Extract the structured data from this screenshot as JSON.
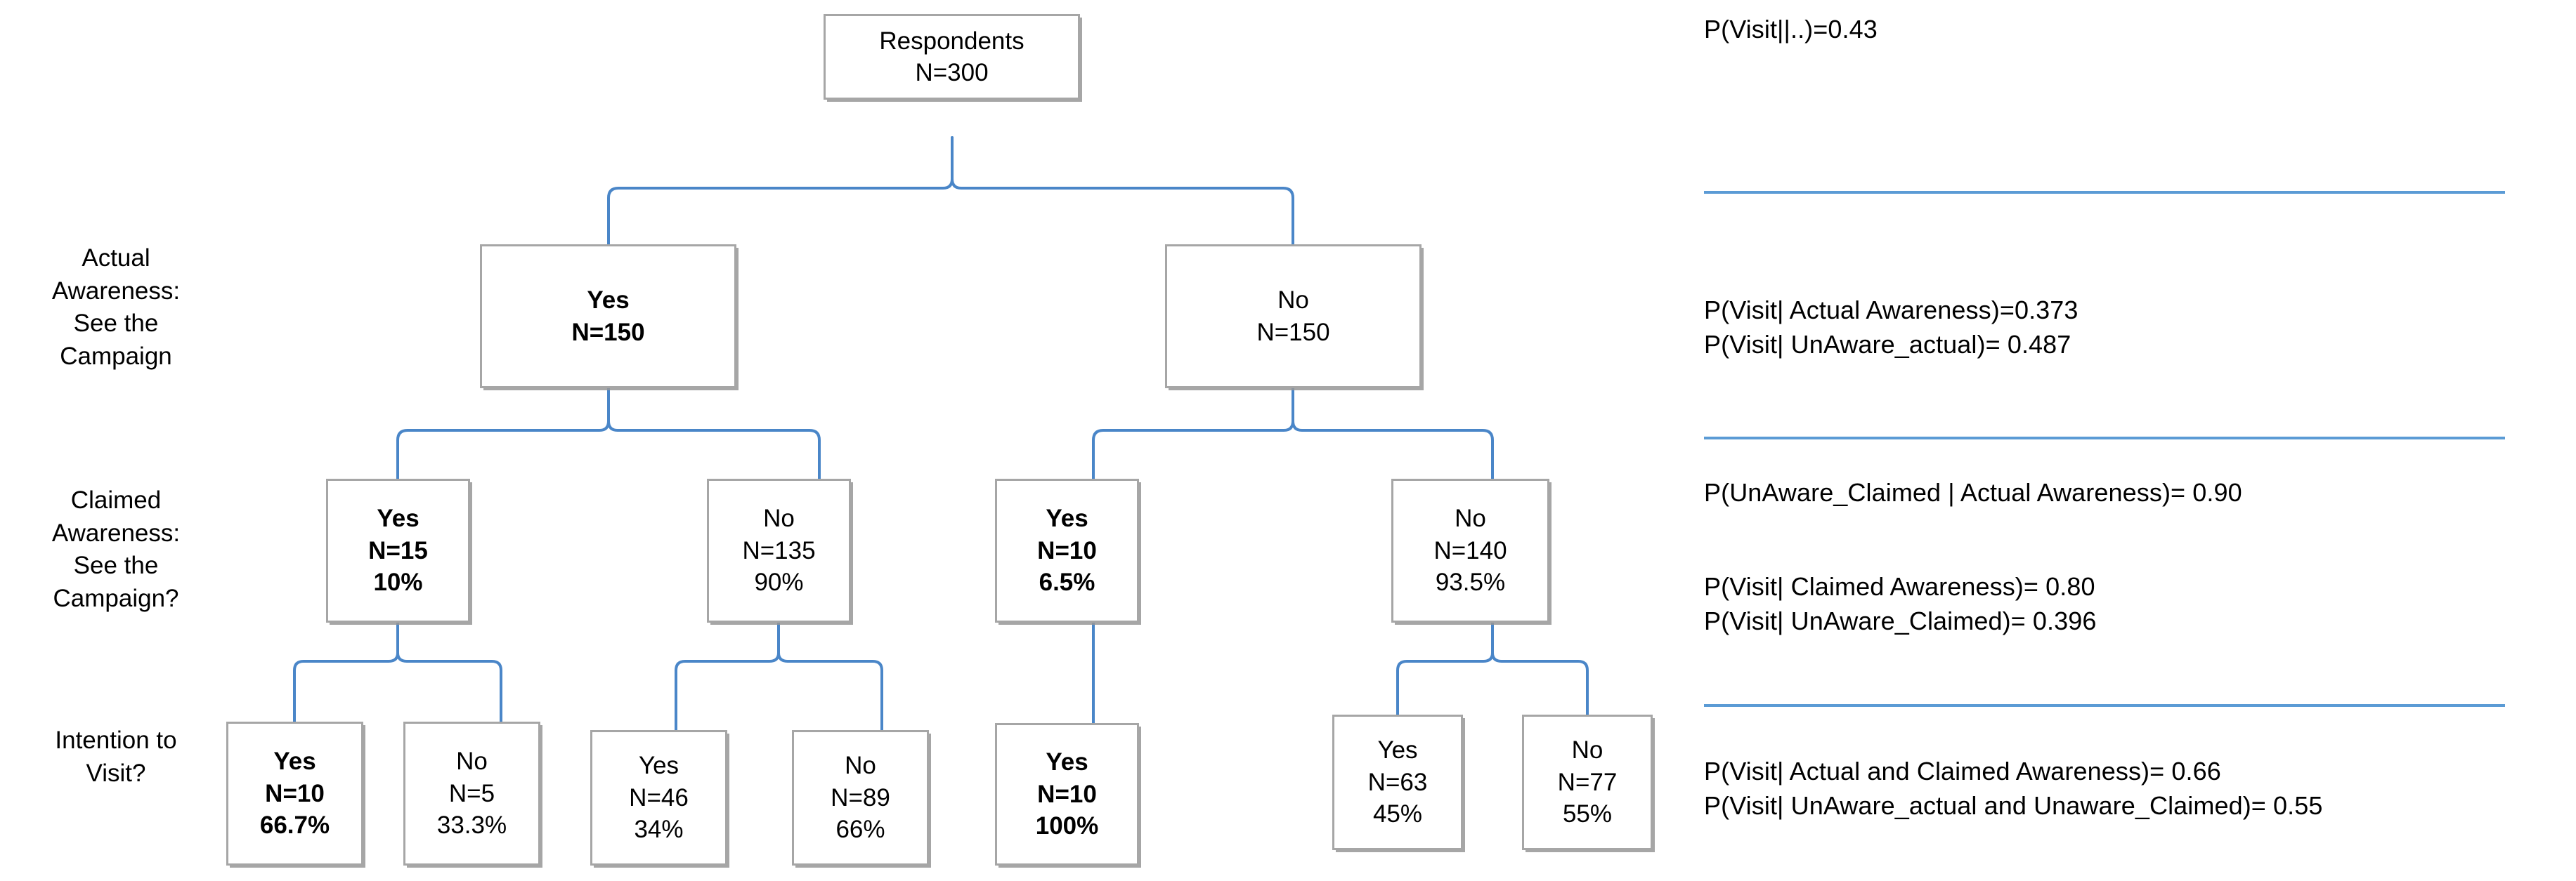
{
  "diagram": {
    "title_node": {
      "line1": "Respondents",
      "line2": "N=300"
    },
    "row_labels": [
      {
        "id": "actual-awareness",
        "text": "Actual\nAwareness:\nSee the\nCampaign"
      },
      {
        "id": "claimed-awareness",
        "text": "Claimed\nAwareness:\nSee the\nCampaign?"
      },
      {
        "id": "intention-to-visit",
        "text": "Intention to\nVisit?"
      }
    ],
    "level2": [
      {
        "id": "actual-yes",
        "bold": true,
        "lines": [
          "Yes",
          "N=150"
        ]
      },
      {
        "id": "actual-no",
        "bold": false,
        "lines": [
          "No",
          "N=150"
        ]
      }
    ],
    "level3": [
      {
        "id": "claimed-yes-aware",
        "bold": true,
        "lines": [
          "Yes",
          "N=15",
          "10%"
        ]
      },
      {
        "id": "claimed-no-aware",
        "bold": false,
        "lines": [
          "No",
          "N=135",
          "90%"
        ]
      },
      {
        "id": "claimed-yes-unaware",
        "bold": true,
        "lines": [
          "Yes",
          "N=10",
          "6.5%"
        ]
      },
      {
        "id": "claimed-no-unaware",
        "bold": false,
        "lines": [
          "No",
          "N=140",
          "93.5%"
        ]
      }
    ],
    "level4": [
      {
        "id": "visit-yes-aa-ca",
        "bold": true,
        "lines": [
          "Yes",
          "N=10",
          "66.7%"
        ]
      },
      {
        "id": "visit-no-aa-ca",
        "bold": false,
        "lines": [
          "No",
          "N=5",
          "33.3%"
        ]
      },
      {
        "id": "visit-yes-aa-cu",
        "bold": false,
        "lines": [
          "Yes",
          "N=46",
          "34%"
        ]
      },
      {
        "id": "visit-no-aa-cu",
        "bold": false,
        "lines": [
          "No",
          "N=89",
          "66%"
        ]
      },
      {
        "id": "visit-yes-ua-ca",
        "bold": true,
        "lines": [
          "Yes",
          "N=10",
          "100%"
        ]
      },
      {
        "id": "visit-yes-ua-cu",
        "bold": false,
        "lines": [
          "Yes",
          "N=63",
          "45%"
        ]
      },
      {
        "id": "visit-no-ua-cu",
        "bold": false,
        "lines": [
          "No",
          "N=77",
          "55%"
        ]
      }
    ],
    "connector_color": "#4a86c8"
  },
  "panel": {
    "blocks": [
      {
        "id": "overall",
        "text": "P(Visit||..)=0.43"
      },
      {
        "id": "actual",
        "text": "P(Visit| Actual Awareness)=0.373\nP(Visit| UnAware_actual)= 0.487"
      },
      {
        "id": "claimed-given-actual",
        "text": "P(UnAware_Claimed | Actual  Awareness)= 0.90"
      },
      {
        "id": "claimed",
        "text": "P(Visit| Claimed Awareness)= 0.80\nP(Visit| UnAware_Claimed)= 0.396"
      },
      {
        "id": "joint",
        "text": "P(Visit| Actual and Claimed Awareness)= 0.66\nP(Visit| UnAware_actual and  Unaware_Claimed)= 0.55"
      }
    ],
    "divider_color": "#5b9bd5"
  }
}
